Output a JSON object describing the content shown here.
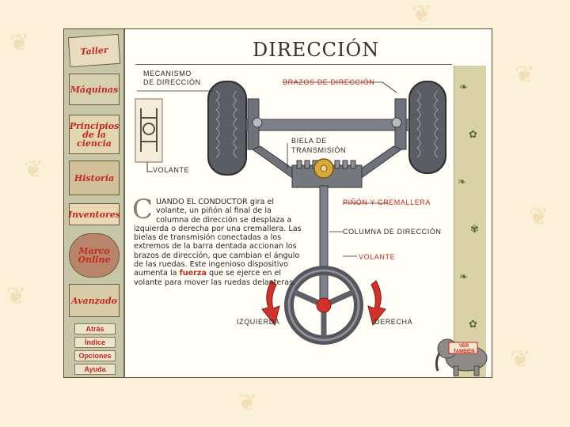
{
  "page": {
    "title": "DIRECCIÓN"
  },
  "sidebar": {
    "cards": [
      {
        "label": "Taller"
      },
      {
        "label": "Máquinas"
      },
      {
        "label": "Principios de la ciencia"
      },
      {
        "label": "Historia"
      },
      {
        "label": "Inventores"
      },
      {
        "label": "Marco Online"
      },
      {
        "label": "Avanzado"
      }
    ],
    "buttons": [
      {
        "label": "Atrás"
      },
      {
        "label": "Índice"
      },
      {
        "label": "Opciones"
      },
      {
        "label": "Ayuda"
      }
    ]
  },
  "labels": {
    "mechanism": "MECANISMO",
    "mechanism2": "DE DIRECCIÓN",
    "arms": "BRAZOS DE DIRECCIÓN",
    "rod": "BIELA DE",
    "rod2": "TRANSMISIÓN",
    "pinion": "PIÑÓN Y CREMALLERA",
    "column": "COLUMNA DE DIRECCIÓN",
    "wheel_small": "VOLANTE",
    "wheel_red": "VOLANTE",
    "left": "IZQUIERDA",
    "right": "DERECHA",
    "see_also": "VER TAMBIÉN"
  },
  "body": {
    "dropcap": "C",
    "p1": "UANDO EL CONDUCTOR gira el volante, un piñón al final de la columna de dirección se desplaza a izquierda o derecha por una cremallera. Las bielas de transmisión conectadas a los extremos de la barra dentada accionan los brazos de dirección, que cambian el ángulo de las ruedas. Este ingenioso dispositivo aumenta la",
    "highlight": "fuerza",
    "p2": "que se ejerce en el volante para mover las ruedas delanteras."
  },
  "colors": {
    "accent": "#c5281f",
    "ink": "#2e2722",
    "sidebar": "#c8c6a8"
  }
}
